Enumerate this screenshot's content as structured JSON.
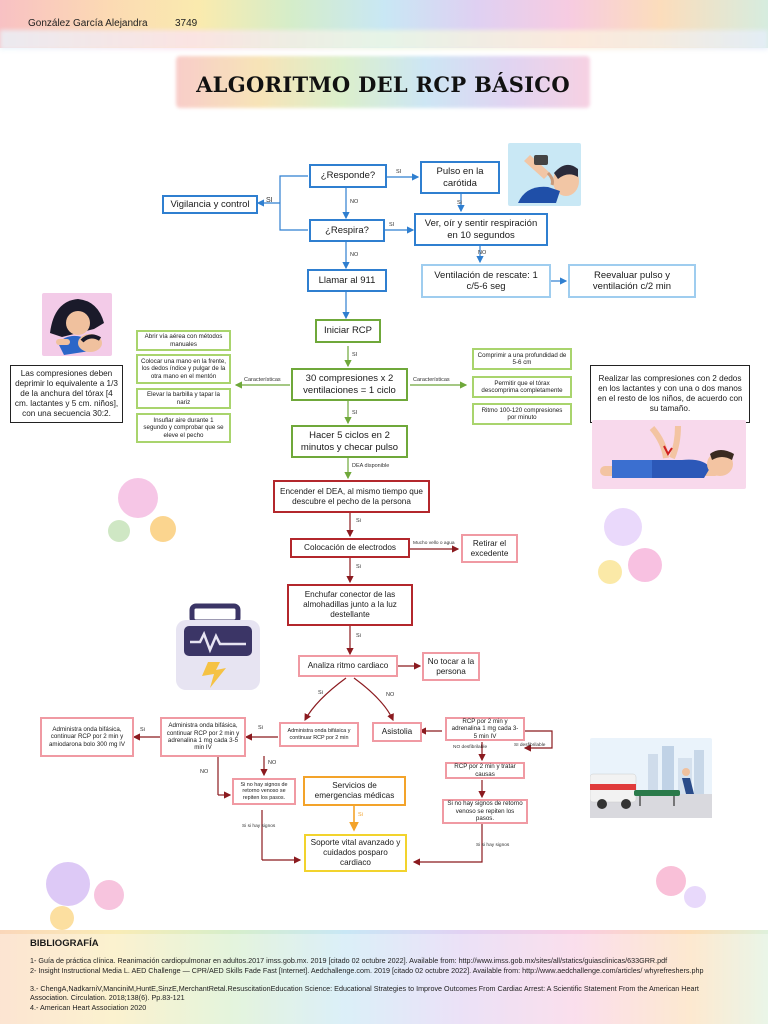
{
  "header": {
    "author": "González García Alejandra",
    "number": "3749"
  },
  "title": "ALGORITMO DEL RCP BÁSICO",
  "nodes": {
    "responde": "¿Responde?",
    "pulso": "Pulso en la carótida",
    "vigilancia": "Vigilancia y control",
    "respira": "¿Respira?",
    "ver_oir": "Ver, oír y sentir respiración en 10 segundos",
    "llamar": "Llamar al 911",
    "ventilacion": "Ventilación de rescate: 1 c/5-6 seg",
    "reevaluar": "Reevaluar pulso y ventilación c/2 min",
    "iniciar": "Iniciar RCP",
    "compresiones": "30 compresiones x 2 ventilaciones = 1 ciclo",
    "hacer5": "Hacer 5 ciclos en 2 minutos y checar pulso",
    "encender": "Encender el DEA, al mismo tiempo que descubre el pecho de la persona",
    "electrodos": "Colocación de electrodos",
    "retirar": "Retirar el excedente",
    "enchufar": "Enchufar conector de las almohadillas junto a la luz destellante",
    "analiza": "Analiza ritmo cardiaco",
    "no_tocar": "No tocar a la persona",
    "asistolia": "Asistolia",
    "admin_mid": "Administra onda bifásica y continuar RCP por 2 min",
    "admin_1": "Administra onda bifásica, continuar RCP por 2 min y adrenalina 1 mg cada 3-5 min IV",
    "admin_300": "Administra onda bifásica, continuar RCP por 2 min y amiodarona bolo 300 mg IV",
    "si_no_hay_left": "Si no hay signos de retorno venoso se repiten los pasos.",
    "servicios": "Servicios de emergencias médicas",
    "soporte": "Soporte vital avanzado y cuidados posparo cardiaco",
    "rcp_adrenalina": "RCP por 2 min y adrenalina 1 mg cada 3-5 min IV",
    "rcp_causas": "RCP por 2 min y tratar causas",
    "si_no_hay_right": "Si no hay signos de retorno venoso se repiten los pasos."
  },
  "side_left": [
    "Abrir vía aérea con métodos manuales",
    "Colocar una mano en la frente, los dedos índice y pulgar de la otra mano en el mentón",
    "Elevar la barbilla y tapar la nariz",
    "Insuflar aire durante 1 segundo y comprobar que se eleve el pecho"
  ],
  "side_right": [
    "Comprimir a una profundidad de 5-6 cm",
    "Permitir que el tórax descomprima completamente",
    "Ritmo 100-120 compresiones por minuto"
  ],
  "notes": {
    "left": "Las compresiones deben deprimir lo equivalente a 1/3 de la anchura del tórax [4 cm. lactantes y 5 cm. niños], con una secuencia 30:2.",
    "right": "Realizar las compresiones con 2 dedos en los lactantes y con una o dos manos en el resto de los niños, de acuerdo con su tamaño."
  },
  "labels": {
    "si": "SI",
    "si_lower": "Si",
    "no": "NO",
    "caracteristicas": "Características",
    "dea": "DEA disponible",
    "mucho_vello": "Mucho vello o agua",
    "no_desfibrilable": "NO desfibrilable",
    "si_desfibrilable": "SI desfibrilable",
    "si_hay_signos": "Si si hay signos"
  },
  "bibliography": {
    "heading": "BIBLIOGRAFÍA",
    "items": [
      "1- Guía de práctica clínica. Reanimación cardiopulmonar en adultos.2017 imss.gob.mx. 2019 [citado 02 octubre 2022]. Available from: http://www.imss.gob.mx/sites/all/statics/guiasclinicas/633GRR.pdf",
      "2- Insight Instructional Media L. AED Challenge — CPR/AED Skills Fade Fast [Internet]. Aedchallenge.com. 2019 [citado 02 octubre 2022]. Available from: http://www.aedchallenge.com/articles/ whyrefreshers.php",
      "3.- ChengA,NadkarniV,ManciniM,HuntE,SinzE,MerchantRetal.ResuscitationEducation Science: Educational Strategies to Improve Outcomes From Cardiac Arrest: A Scientific Statement From the American Heart Association. Circulation. 2018;138(6). Pp.83-121",
      "4.- American Heart Association 2020"
    ]
  },
  "colors": {
    "blue": "#2f7fd0",
    "green": "#6fa83a",
    "red": "#b3272c",
    "pink": "#f09aa3",
    "orange": "#f3a32a",
    "yellow": "#f2d32d"
  }
}
